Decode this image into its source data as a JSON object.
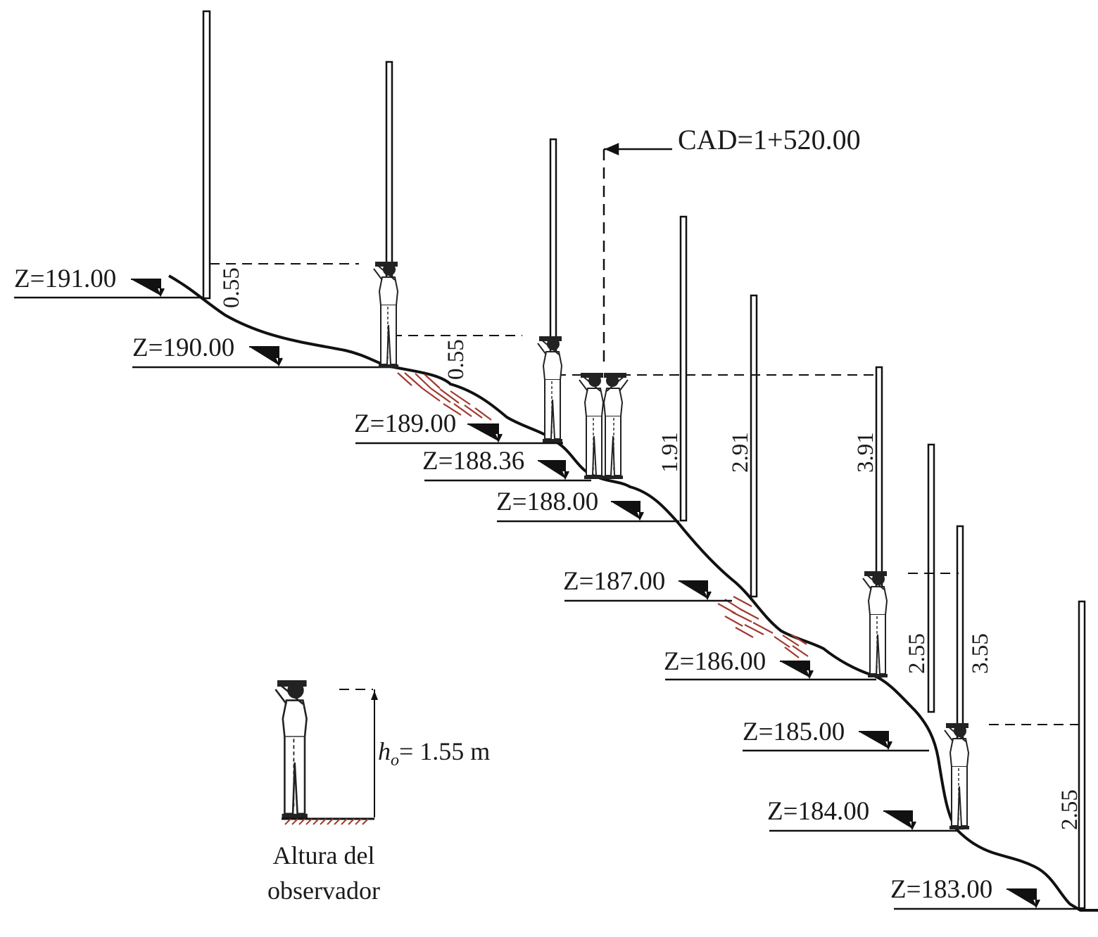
{
  "station_label": "CAD=1+520.00",
  "elevation_labels": [
    "Z=191.00",
    "Z=190.00",
    "Z=189.00",
    "Z=188.36",
    "Z=188.00",
    "Z=187.00",
    "Z=186.00",
    "Z=185.00",
    "Z=184.00",
    "Z=183.00"
  ],
  "dimension_labels": [
    "0.55",
    "0.55",
    "1.91",
    "2.91",
    "3.91",
    "2.55",
    "3.55",
    "2.55"
  ],
  "observer_height_symbol": "h",
  "observer_height_subscript": "o",
  "observer_height_value": "= 1.55 m",
  "observer_caption_line1": "Altura del",
  "observer_caption_line2": "observador",
  "colors": {
    "ink": "#111111",
    "hatch": "#a03a2e",
    "background": "#ffffff"
  }
}
